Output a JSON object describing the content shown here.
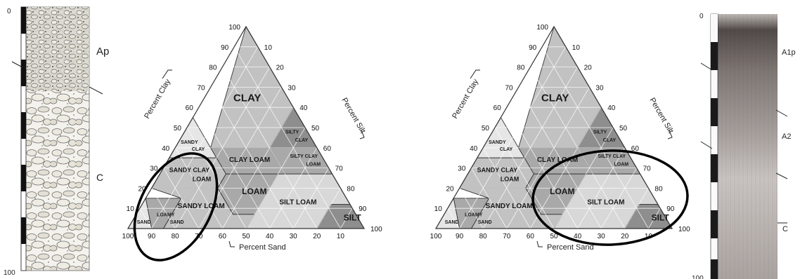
{
  "left_profile": {
    "depth_top": "0",
    "depth_bottom": "100",
    "horizons": [
      "Ap",
      "C"
    ]
  },
  "triangle_left": {
    "tick_values": [
      "10",
      "20",
      "30",
      "40",
      "50",
      "60",
      "70",
      "80",
      "90",
      "100"
    ],
    "axis_clay": "Percent Clay",
    "axis_silt": "Percent Silt",
    "axis_sand": "Percent Sand",
    "classes": {
      "clay": "CLAY",
      "silty_clay_1": "SILTY",
      "silty_clay_2": "CLAY",
      "sandy_clay_1": "SANDY",
      "sandy_clay_2": "CLAY",
      "clay_loam": "CLAY LOAM",
      "silty_clay_loam_1": "SILTY CLAY",
      "silty_clay_loam_2": "LOAM",
      "sandy_clay_loam_1": "SANDY CLAY",
      "sandy_clay_loam_2": "LOAM",
      "loam": "LOAM",
      "silt_loam": "SILT LOAM",
      "sandy_loam": "SANDY LOAM",
      "loamy_sand_1": "LOAMY",
      "loamy_sand_2": "SAND",
      "sand": "SAND",
      "silt": "SILT"
    }
  },
  "triangle_right": {
    "tick_values": [
      "10",
      "20",
      "30",
      "40",
      "50",
      "60",
      "70",
      "80",
      "90",
      "100"
    ],
    "axis_clay": "Percent Clay",
    "axis_silt": "Percent Silt",
    "axis_sand": "Percent Sand",
    "classes": {
      "clay": "CLAY",
      "silty_clay_1": "SILTY",
      "silty_clay_2": "CLAY",
      "sandy_clay_1": "SANDY",
      "sandy_clay_2": "CLAY",
      "clay_loam": "CLAY LOAM",
      "silty_clay_loam_1": "SILTY CLAY",
      "silty_clay_loam_2": "LOAM",
      "sandy_clay_loam_1": "SANDY CLAY",
      "sandy_clay_loam_2": "LOAM",
      "loam": "LOAM",
      "silt_loam": "SILT LOAM",
      "sandy_loam": "SANDY LOAM",
      "loamy_sand_1": "LOAMY",
      "loamy_sand_2": "SAND",
      "sand": "SAND",
      "silt": "SILT"
    }
  },
  "right_profile": {
    "depth_top": "0",
    "depth_bottom": "100",
    "horizons": [
      "A1p",
      "A2",
      "C"
    ]
  },
  "colors": {
    "clay": "#c2c2c2",
    "loam": "#a9a9a9",
    "silt_loam": "#d8d8d8",
    "dark": "#8e8e8e",
    "light": "#e6e6e6"
  }
}
